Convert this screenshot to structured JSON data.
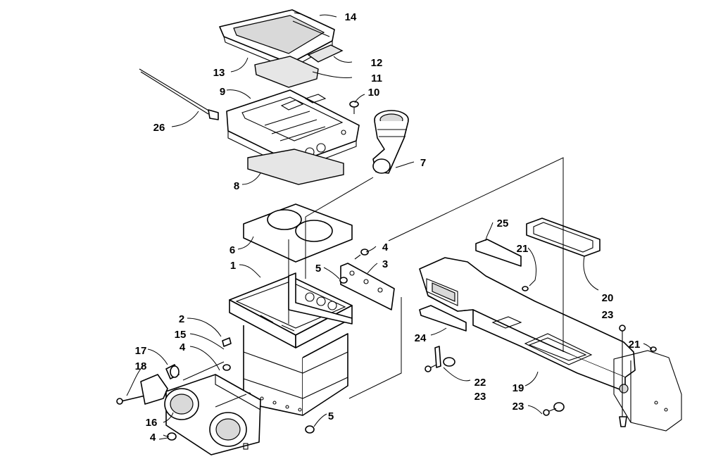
{
  "callouts": [
    {
      "label": "14"
    },
    {
      "label": "12"
    },
    {
      "label": "13"
    },
    {
      "label": "11"
    },
    {
      "label": "9"
    },
    {
      "label": "10"
    },
    {
      "label": "26"
    },
    {
      "label": "7"
    },
    {
      "label": "8"
    },
    {
      "label": "6"
    },
    {
      "label": "4"
    },
    {
      "label": "1"
    },
    {
      "label": "5"
    },
    {
      "label": "3"
    },
    {
      "label": "25"
    },
    {
      "label": "21"
    },
    {
      "label": "20"
    },
    {
      "label": "23"
    },
    {
      "label": "21"
    },
    {
      "label": "2"
    },
    {
      "label": "15"
    },
    {
      "label": "24"
    },
    {
      "label": "17"
    },
    {
      "label": "4"
    },
    {
      "label": "18"
    },
    {
      "label": "22"
    },
    {
      "label": "23"
    },
    {
      "label": "19"
    },
    {
      "label": "16"
    },
    {
      "label": "23"
    },
    {
      "label": "5"
    },
    {
      "label": "4"
    }
  ]
}
